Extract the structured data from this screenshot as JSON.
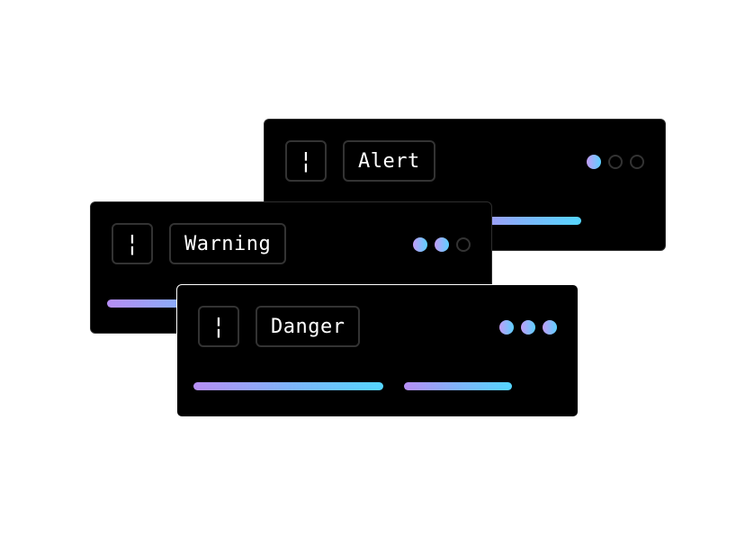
{
  "notifications": [
    {
      "id": "alert",
      "icon": "exclamation-icon",
      "icon_glyph": "¦",
      "label": "Alert",
      "level_dots_filled": 1,
      "level_dots_total": 3
    },
    {
      "id": "warning",
      "icon": "exclamation-icon",
      "icon_glyph": "¦",
      "label": "Warning",
      "level_dots_filled": 2,
      "level_dots_total": 3
    },
    {
      "id": "danger",
      "icon": "exclamation-icon",
      "icon_glyph": "¦",
      "label": "Danger",
      "level_dots_filled": 3,
      "level_dots_total": 3
    }
  ],
  "colors": {
    "card_background": "#000000",
    "gradient_start": "#b78ef5",
    "gradient_end": "#55d6ff",
    "inactive_outline": "#333333"
  }
}
